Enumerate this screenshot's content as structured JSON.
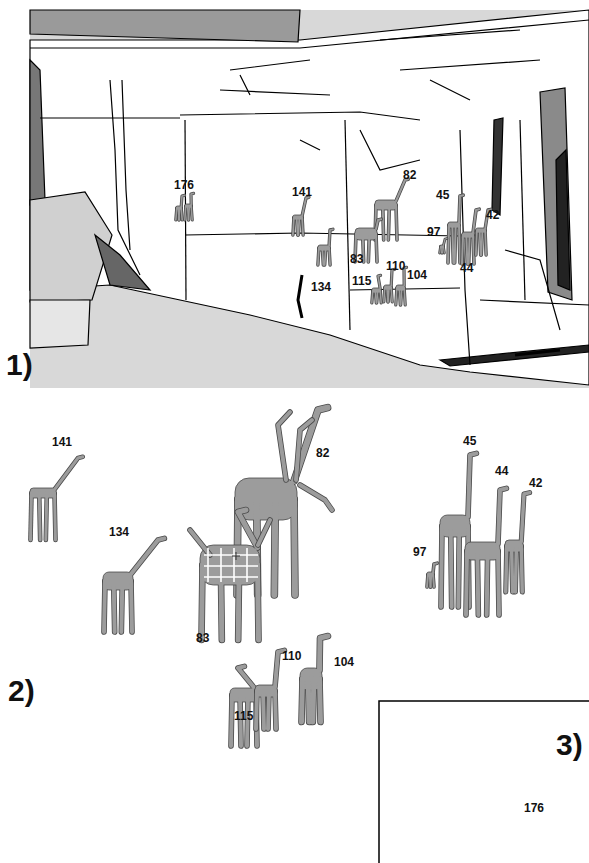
{
  "diagram": {
    "labels": [
      "176",
      "141",
      "82",
      "45",
      "42",
      "97",
      "83",
      "110",
      "104",
      "44",
      "134",
      "115",
      "1)",
      "141",
      "134",
      "82",
      "45",
      "44",
      "42",
      "97",
      "83",
      "110",
      "104",
      "115",
      "2)",
      "3)",
      "176"
    ]
  }
}
